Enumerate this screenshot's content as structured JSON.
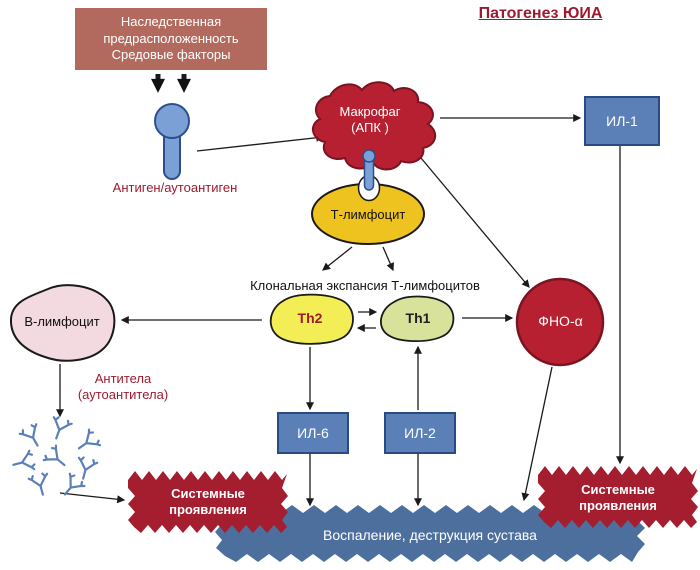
{
  "title": "Патогенез ЮИА",
  "colors": {
    "dark_red_text": "#9e1b2e",
    "crimson_shape": "#b62031",
    "steel_blue_box": "#5b80b8",
    "banner_blue": "#4d6f9e",
    "brown_box": "#b26a5e",
    "tcell_yellow": "#efc31f",
    "th2_yellow": "#f3ee55",
    "th1_green": "#d9e29b",
    "blymph_pink": "#f3dae1",
    "antigen_blue": "#7ba0d6",
    "starburst_red": "#a41e2f"
  },
  "nodes": {
    "heredity_box": {
      "text": "Наследственная\nпредрасположенность\nСредовые факторы"
    },
    "antigen_label": {
      "text": "Антиген/аутоантиген"
    },
    "macrophage": {
      "text": "Макрофаг\n(АПК )"
    },
    "t_lymphocyte": {
      "text": "Т-лимфоцит"
    },
    "il1": {
      "text": "ИЛ-1"
    },
    "clonal_expansion_label": {
      "text": "Клональная экспансия Т-лимфоцитов"
    },
    "th2": {
      "text": "Th2"
    },
    "th1": {
      "text": "Th1"
    },
    "b_lymphocyte": {
      "text": "В-лимфоцит"
    },
    "tnf_alpha": {
      "text": "ФНО-α"
    },
    "antibodies_label": {
      "text": "Антитела\n(аутоантитела)"
    },
    "il6": {
      "text": "ИЛ-6"
    },
    "il2": {
      "text": "ИЛ-2"
    },
    "systemic_left": {
      "text": "Системные\nпроявления"
    },
    "systemic_right": {
      "text": "Системные\nпроявления"
    },
    "inflammation_banner": {
      "text": "Воспаление, деструкция сустава"
    }
  },
  "edges": [
    "heredity_box -> antigen",
    "antigen -> macrophage",
    "macrophage -> il1",
    "macrophage -> t_lymphocyte",
    "macrophage -> tnf_alpha",
    "t_lymphocyte -> clonal_expansion",
    "th2 -> b_lymphocyte",
    "th2 -> th1",
    "th1 -> th2",
    "th1 -> tnf_alpha",
    "th2 -> il6",
    "il2 -> th1",
    "b_lymphocyte -> antibodies",
    "antibodies -> systemic_left",
    "il6 -> inflammation",
    "il2 -> inflammation",
    "tnf_alpha -> inflammation",
    "il1 -> systemic_right"
  ]
}
